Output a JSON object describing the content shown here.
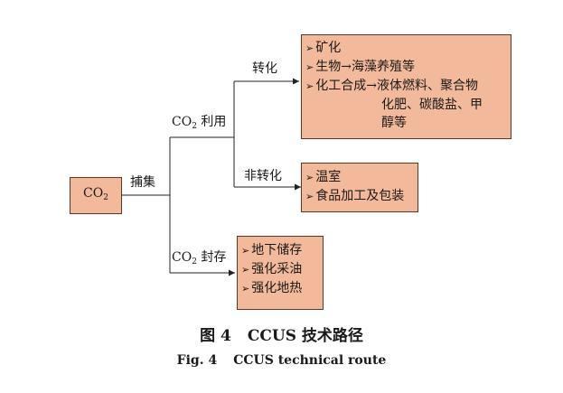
{
  "root": {
    "base": "CO",
    "sub": "2"
  },
  "edges": {
    "capture": "捕集",
    "utilize": {
      "base": "CO",
      "sub": "2",
      "rest": " 利用"
    },
    "storage": {
      "base": "CO",
      "sub": "2",
      "rest": " 封存"
    },
    "convert": "转化",
    "nonconvert": "非转化"
  },
  "marker": "➢",
  "boxes": {
    "conversion": {
      "items": [
        "矿化",
        "生物→海藻养殖等",
        "化工合成→液体燃料、聚合物",
        "化肥、碳酸盐、甲",
        "醇等"
      ]
    },
    "nonconversion": {
      "items": [
        "温室",
        "食品加工及包装"
      ]
    },
    "storage": {
      "items": [
        "地下储存",
        "强化采油",
        "强化地热"
      ]
    }
  },
  "caption": {
    "zh_label": "图 4",
    "zh_title": "CCUS 技术路径",
    "en_label": "Fig. 4",
    "en_title": "CCUS technical route"
  },
  "colors": {
    "box_fill": "#f2b99b",
    "line": "#222222"
  }
}
